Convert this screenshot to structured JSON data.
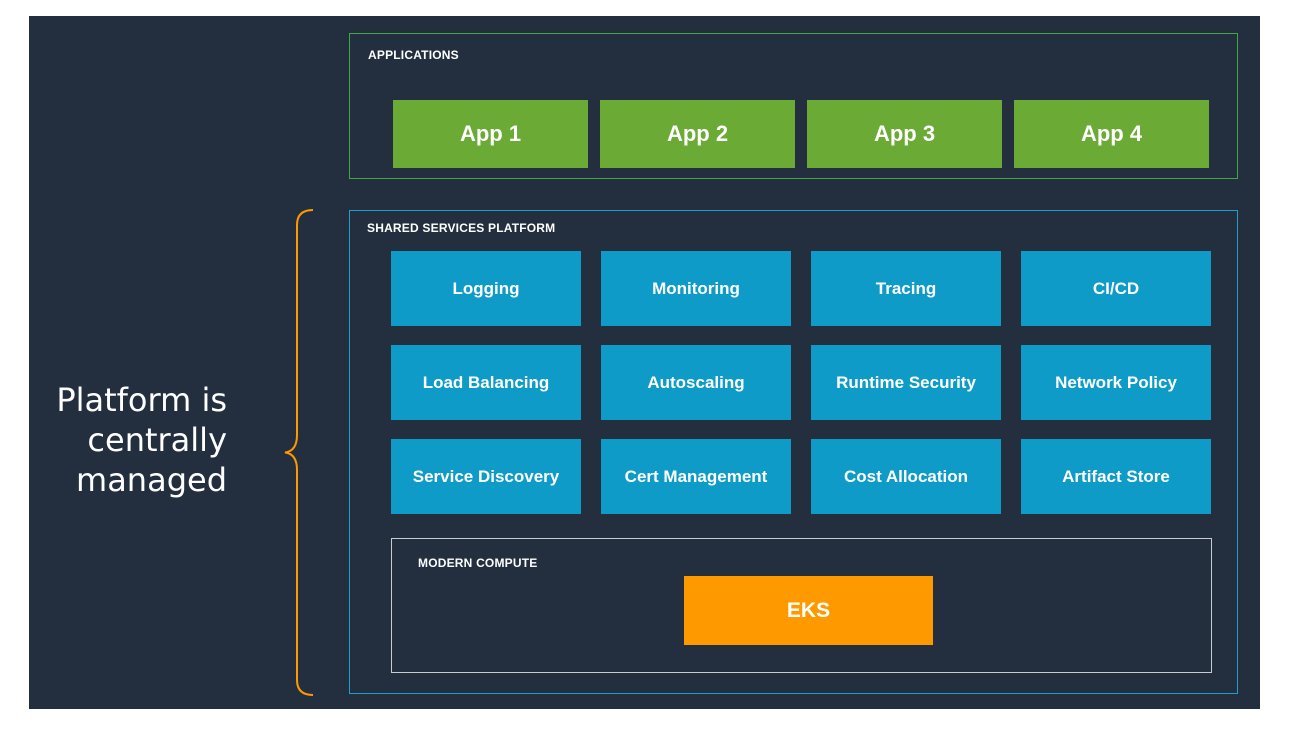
{
  "applications": {
    "label": "APPLICATIONS",
    "apps": [
      "App 1",
      "App 2",
      "App 3",
      "App 4"
    ],
    "color": "#6aaa35"
  },
  "shared_services": {
    "label": "SHARED SERVICES PLATFORM",
    "services": [
      "Logging",
      "Monitoring",
      "Tracing",
      "CI/CD",
      "Load Balancing",
      "Autoscaling",
      "Runtime Security",
      "Network Policy",
      "Service Discovery",
      "Cert Management",
      "Cost Allocation",
      "Artifact Store"
    ],
    "color": "#0e9bc8"
  },
  "modern_compute": {
    "label": "MODERN COMPUTE",
    "eks_label": "EKS",
    "color": "#ff9900"
  },
  "side_note": {
    "lines": [
      "Platform is",
      "centrally",
      "managed"
    ],
    "brace_color": "#ff9900"
  },
  "colors": {
    "background": "#232f3e",
    "applications_border": "#3fa845",
    "shared_border": "#1f9fc9"
  }
}
